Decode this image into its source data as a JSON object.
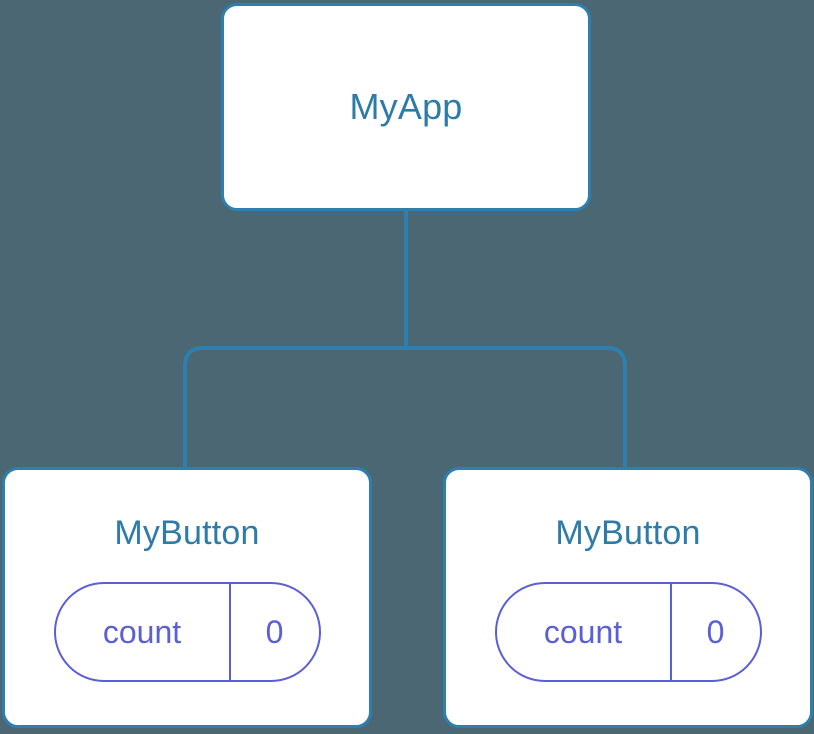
{
  "diagram": {
    "type": "component-tree",
    "background_color": "#4a6773",
    "node_border_color": "#2f7fae",
    "node_title_color": "#2d7ba8",
    "state_accent_color": "#5b5fd6",
    "connector_color": "#2f7fae",
    "root": {
      "name": "MyApp",
      "children": [
        {
          "name": "MyButton",
          "state": {
            "key": "count",
            "value": "0"
          }
        },
        {
          "name": "MyButton",
          "state": {
            "key": "count",
            "value": "0"
          }
        }
      ]
    }
  }
}
